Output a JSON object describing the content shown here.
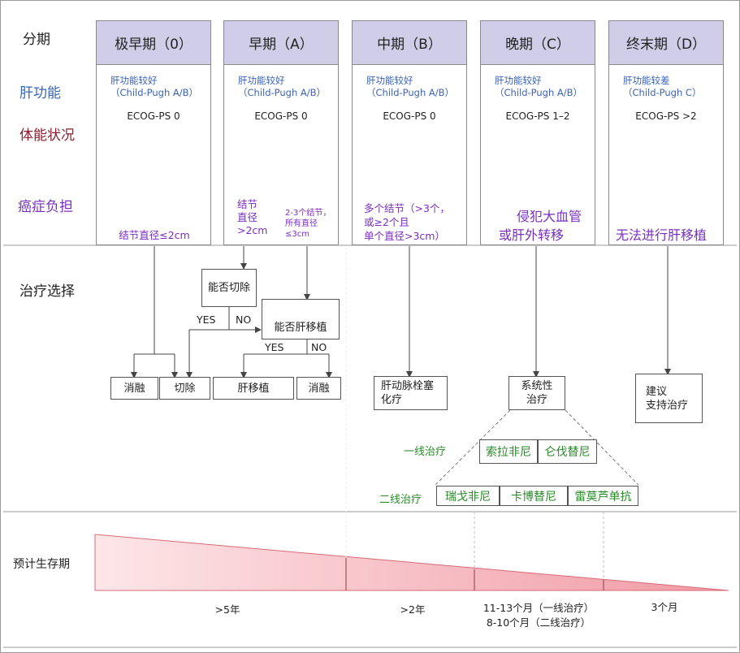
{
  "row_labels": {
    "stage": "分期",
    "liver": "肝功能",
    "performance": "体能状况",
    "tumor_burden": "癌症负担",
    "treatment": "治疗选择",
    "survival": "预计生存期"
  },
  "stages": [
    {
      "title": "极早期（0）",
      "liver": "肝功能较好",
      "child_pugh": "（Child-Pugh A/B）",
      "ecog": "ECOG-PS 0"
    },
    {
      "title": "早期（A）",
      "liver": "肝功能较好",
      "child_pugh": "（Child-Pugh A/B）",
      "ecog": "ECOG-PS 0"
    },
    {
      "title": "中期（B）",
      "liver": "肝功能较好",
      "child_pugh": "（Child-Pugh A/B）",
      "ecog": "ECOG-PS 0"
    },
    {
      "title": "晚期（C）",
      "liver": "肝功能较好",
      "child_pugh": "（Child-Pugh A/B）",
      "ecog": "ECOG-PS 1–2"
    },
    {
      "title": "终末期（D）",
      "liver": "肝功能较差",
      "child_pugh": "（Child-Pugh C）",
      "ecog": "ECOG-PS >2"
    }
  ],
  "burden": {
    "s0": "结节直径≤2cm",
    "sA1": [
      "结节",
      "直径",
      ">2cm"
    ],
    "sA2": [
      "2-3个结节，",
      "所有直径",
      "≤3cm"
    ],
    "sB": [
      "多个结节（>3个，",
      "或≥2个且",
      "单个直径>3cm）"
    ],
    "sC": [
      "侵犯大血管",
      "或肝外转移"
    ],
    "sD": "无法进行肝移植"
  },
  "decisions": {
    "resect_q": "能否切除",
    "transplant_q": "能否肝移植",
    "yes": "YES",
    "no": "NO"
  },
  "treatments": {
    "ablation": "消融",
    "resection": "切除",
    "transplant": "肝移植",
    "ablation2": "消融",
    "tace": [
      "肝动脉栓塞",
      "化疗"
    ],
    "systemic": [
      "系统性",
      "治疗"
    ],
    "supportive": [
      "建议",
      "支持治疗"
    ]
  },
  "systemic": {
    "first_line_label": "一线治疗",
    "first_line": [
      "索拉非尼",
      "仑伐替尼"
    ],
    "second_line_label": "二线治疗",
    "second_line": [
      "瑞戈非尼",
      "卡博替尼",
      "雷莫芦单抗"
    ]
  },
  "survival": {
    "s0A": ">5年",
    "sB": ">2年",
    "sC": [
      "11-13个月（一线治疗）",
      "8-10个月（二线治疗）"
    ],
    "sD": "3个月"
  },
  "colors": {
    "header_bg": "#cfcde8",
    "liver": "#3a63b8",
    "purple": "#7a2fc0",
    "green": "#2a8a2a",
    "wedge": "#f7c9cc"
  }
}
